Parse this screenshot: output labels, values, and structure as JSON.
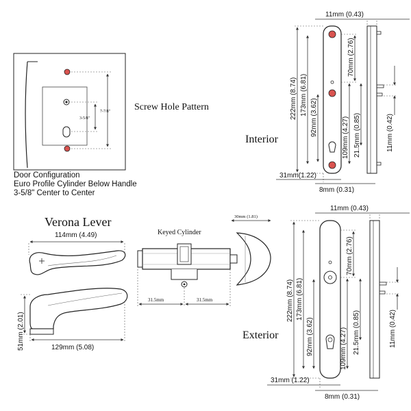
{
  "colors": {
    "screw_hole": "#d9534f",
    "line": "#222222",
    "text": "#111111"
  },
  "screw_pattern": {
    "title": "Screw Hole Pattern",
    "dim_7_7_8": "7-7/8\"",
    "dim_3_5_8": "3-5/8\"",
    "caption": [
      "Door Configuration",
      "Euro Profile Cylinder Below Handle",
      "3-5/8\" Center to Center"
    ]
  },
  "interior": {
    "title": "Interior",
    "dims": {
      "width_top": "11mm (0.43)",
      "d70": "70mm (2.76)",
      "d173": "173mm (6.81)",
      "d222": "222mm (8.74)",
      "d92": "92mm (3.62)",
      "d109": "109mm (4.27)",
      "d21_5": "21.5mm (0.85)",
      "d11_side": "11mm (0.42)",
      "d31": "31mm(1.22)",
      "d8": "8mm (0.31)"
    }
  },
  "lever": {
    "title": "Verona Lever",
    "d114": "114mm (4.49)",
    "d129": "129mm (5.08)",
    "d51": "51mm (2.01)"
  },
  "cylinder": {
    "title": "Keyed Cylinder",
    "d30": "30mm (1.81)",
    "d31_5_left": "31.5mm",
    "d31_5_right": "31.5mm"
  },
  "exterior": {
    "title": "Exterior",
    "dims": {
      "width_top": "11mm (0.43)",
      "d70": "70mm (2.76)",
      "d173": "173mm (6.81)",
      "d222": "222mm (8.74)",
      "d92": "92mm (3.62)",
      "d109": "109mm (4.27)",
      "d21_5": "21.5mm (0.85)",
      "d11_side": "11mm (0.42)",
      "d31": "31mm (1.22)",
      "d8": "8mm (0.31)"
    }
  }
}
